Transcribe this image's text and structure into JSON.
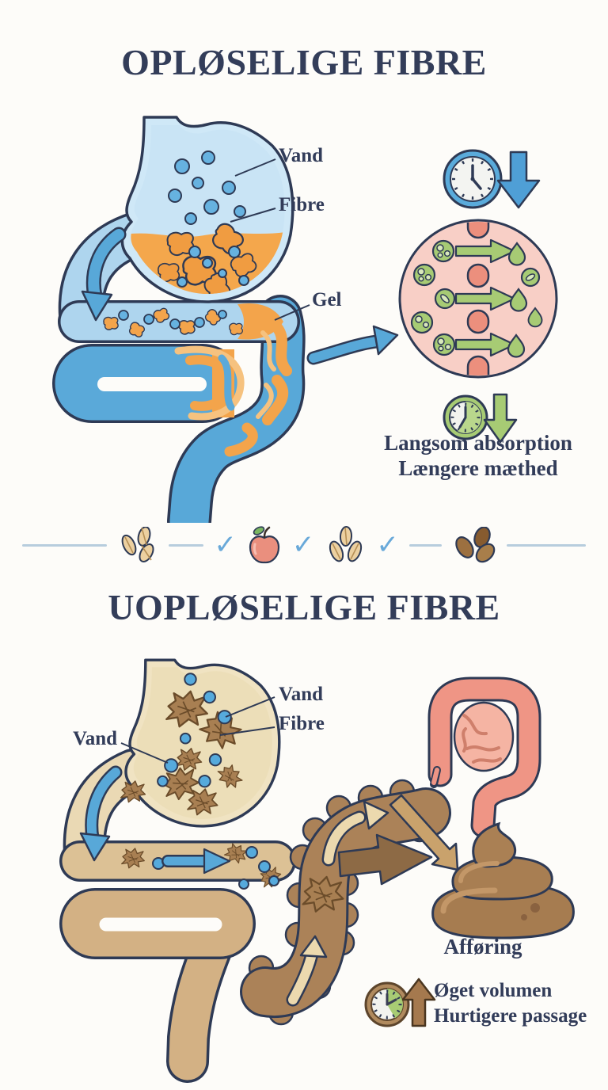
{
  "page": {
    "background": "#fdfcf9"
  },
  "colors": {
    "outline_navy": "#2e3a55",
    "text_navy": "#333d59",
    "water_blue": "#4f9fd6",
    "light_blue": "#aed5ee",
    "pale_blue": "#cfe8f7",
    "fiber_orange": "#f3a44b",
    "absorption_pink": "#f8cfc6",
    "membrane_salmon": "#ec8f7d",
    "nutrient_green": "#a7cb74",
    "stomach_cream": "#f0e3c2",
    "intestine_tan": "#d3b184",
    "fiber_brown": "#a87f52",
    "colon_brown": "#ab8258",
    "stool_brown": "#a67c50",
    "gut_icon_salmon": "#ef9585",
    "check_blue": "#69a9d9",
    "divider_line": "#b7cddd"
  },
  "section_soluble": {
    "title": "OPLØSELIGE FIBRE",
    "label_water": "Vand",
    "label_fiber": "Fibre",
    "label_gel": "Gel",
    "caption_line1": "Langsom absorption",
    "caption_line2": "Længere mæthed",
    "icons": [
      "clock-icon",
      "down-arrow-icon",
      "absorption-circle",
      "timer-icon",
      "green-down-arrow-icon",
      "curved-arrow-icon"
    ]
  },
  "divider": {
    "check_glyph": "✓",
    "icons": [
      "oat-grains-icon",
      "check-icon",
      "apple-icon",
      "check-icon",
      "oat-grains-icon",
      "check-icon",
      "seeds-icon"
    ]
  },
  "section_insoluble": {
    "title": "UOPLØSELIGE FIBRE",
    "label_water_left": "Vand",
    "label_water_top": "Vand",
    "label_fiber": "Fibre",
    "label_stool": "Afføring",
    "caption_line1": "Øget volumen",
    "caption_line2": "Hurtigere passage",
    "icons": [
      "intestine-icon",
      "poop-icon",
      "timer-icon",
      "up-arrow-icon"
    ]
  }
}
